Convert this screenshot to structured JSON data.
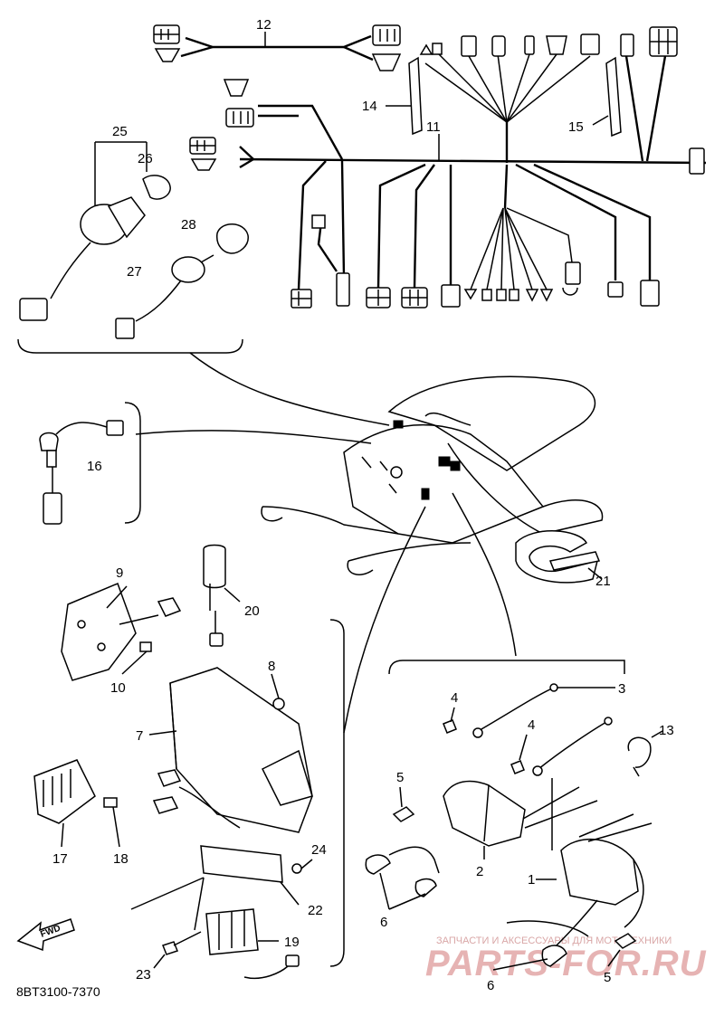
{
  "diagram": {
    "doc_code": "8BT3100-7370",
    "fwd_label": "FWD",
    "callouts": [
      {
        "id": "c1",
        "n": "1"
      },
      {
        "id": "c2",
        "n": "2"
      },
      {
        "id": "c3",
        "n": "3"
      },
      {
        "id": "c4a",
        "n": "4"
      },
      {
        "id": "c4b",
        "n": "4"
      },
      {
        "id": "c5a",
        "n": "5"
      },
      {
        "id": "c5b",
        "n": "5"
      },
      {
        "id": "c6a",
        "n": "6"
      },
      {
        "id": "c6b",
        "n": "6"
      },
      {
        "id": "c7",
        "n": "7"
      },
      {
        "id": "c8",
        "n": "8"
      },
      {
        "id": "c9",
        "n": "9"
      },
      {
        "id": "c10",
        "n": "10"
      },
      {
        "id": "c11",
        "n": "11"
      },
      {
        "id": "c12",
        "n": "12"
      },
      {
        "id": "c13",
        "n": "13"
      },
      {
        "id": "c14",
        "n": "14"
      },
      {
        "id": "c15",
        "n": "15"
      },
      {
        "id": "c16",
        "n": "16"
      },
      {
        "id": "c17",
        "n": "17"
      },
      {
        "id": "c18",
        "n": "18"
      },
      {
        "id": "c19",
        "n": "19"
      },
      {
        "id": "c20",
        "n": "20"
      },
      {
        "id": "c21",
        "n": "21"
      },
      {
        "id": "c22",
        "n": "22"
      },
      {
        "id": "c23",
        "n": "23"
      },
      {
        "id": "c24",
        "n": "24"
      },
      {
        "id": "c25",
        "n": "25"
      },
      {
        "id": "c26",
        "n": "26"
      },
      {
        "id": "c27",
        "n": "27"
      },
      {
        "id": "c28",
        "n": "28"
      }
    ]
  },
  "watermark": {
    "tagline": "ЗАПЧАСТИ И АКСЕССУАРЫ ДЛЯ МОТОТЕХНИКИ",
    "brand": "PARTS-FOR.RU",
    "color": "#e8b0b0"
  }
}
